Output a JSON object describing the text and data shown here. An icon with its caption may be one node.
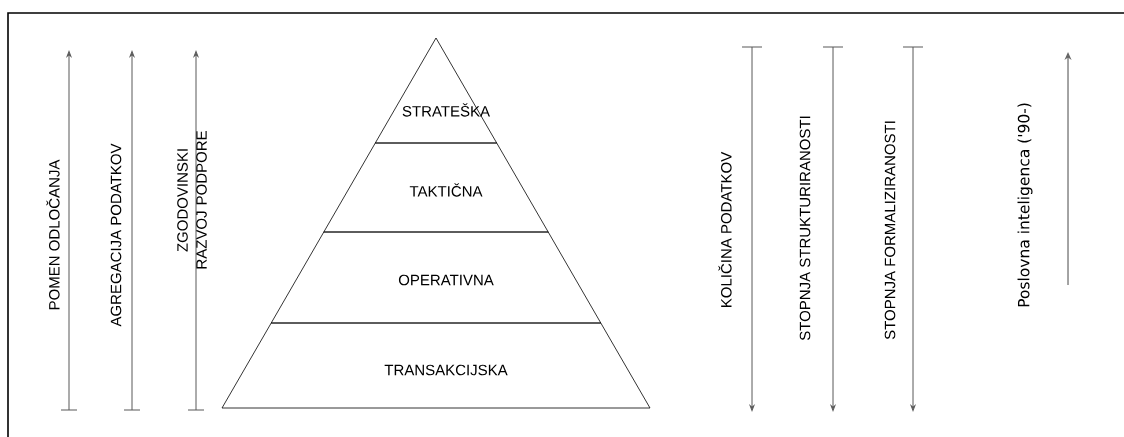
{
  "diagram": {
    "nodes": [
      {
        "text": [
          "STRATEŠKA"
        ]
      },
      {
        "text": [
          "TAKTIČNA"
        ]
      },
      {
        "text": [
          "OPERATIVNA"
        ]
      },
      {
        "text": [
          "TRANSAKCIJSKA"
        ]
      }
    ],
    "labels": [
      "POMEN ODLOČANJA",
      "AGREGACIJA PODATKOV",
      "ZGODOVINSKI RAZVOJ PODPORE",
      "KOLIČINA PODATKOV",
      "STOPNJA STRUKTURIRANOSTI",
      "STOPNJA FORMALIZIRANOSTI",
      "Poslovna inteligenca ('90-)"
    ]
  }
}
